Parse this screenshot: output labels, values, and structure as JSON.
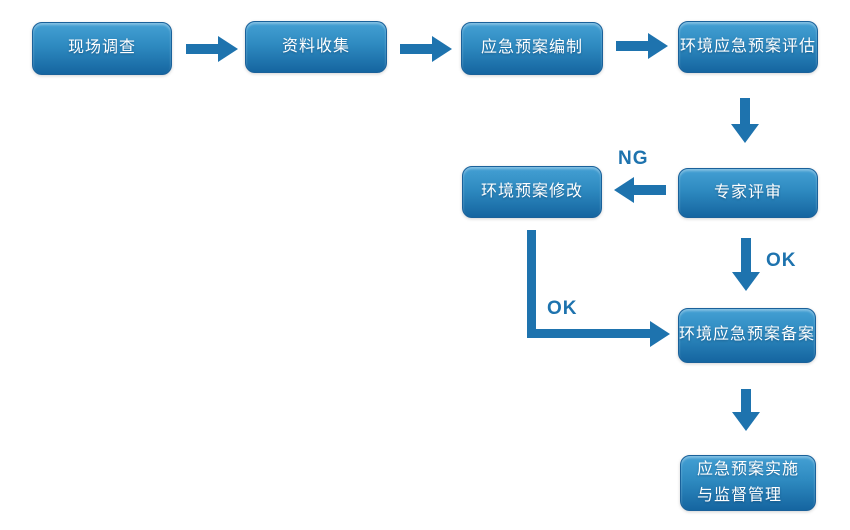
{
  "flowchart": {
    "nodes": [
      {
        "id": "site-survey",
        "label": "现场调查"
      },
      {
        "id": "data-collection",
        "label": "资料收集"
      },
      {
        "id": "plan-compilation",
        "label": "应急预案编制"
      },
      {
        "id": "plan-assessment",
        "label": "环境应急预案评估"
      },
      {
        "id": "expert-review",
        "label": "专家评审"
      },
      {
        "id": "plan-revision",
        "label": "环境预案修改"
      },
      {
        "id": "plan-filing",
        "label": "环境应急预案备案"
      },
      {
        "id": "plan-implementation",
        "label": "应急预案实施\n与监督管理"
      }
    ],
    "edge_labels": [
      {
        "id": "ng-review-to-revision",
        "text": "NG"
      },
      {
        "id": "ok-review-to-filing",
        "text": "OK"
      },
      {
        "id": "ok-revision-to-filing",
        "text": "OK"
      }
    ],
    "colors": {
      "node_gradient_top": "#44a0d4",
      "node_gradient_bottom": "#1565a0",
      "node_border": "#1a619a",
      "node_text": "#ffffff",
      "arrow": "#1e73ae",
      "edge_label_text": "#1e73ae",
      "background": "#ffffff"
    }
  }
}
